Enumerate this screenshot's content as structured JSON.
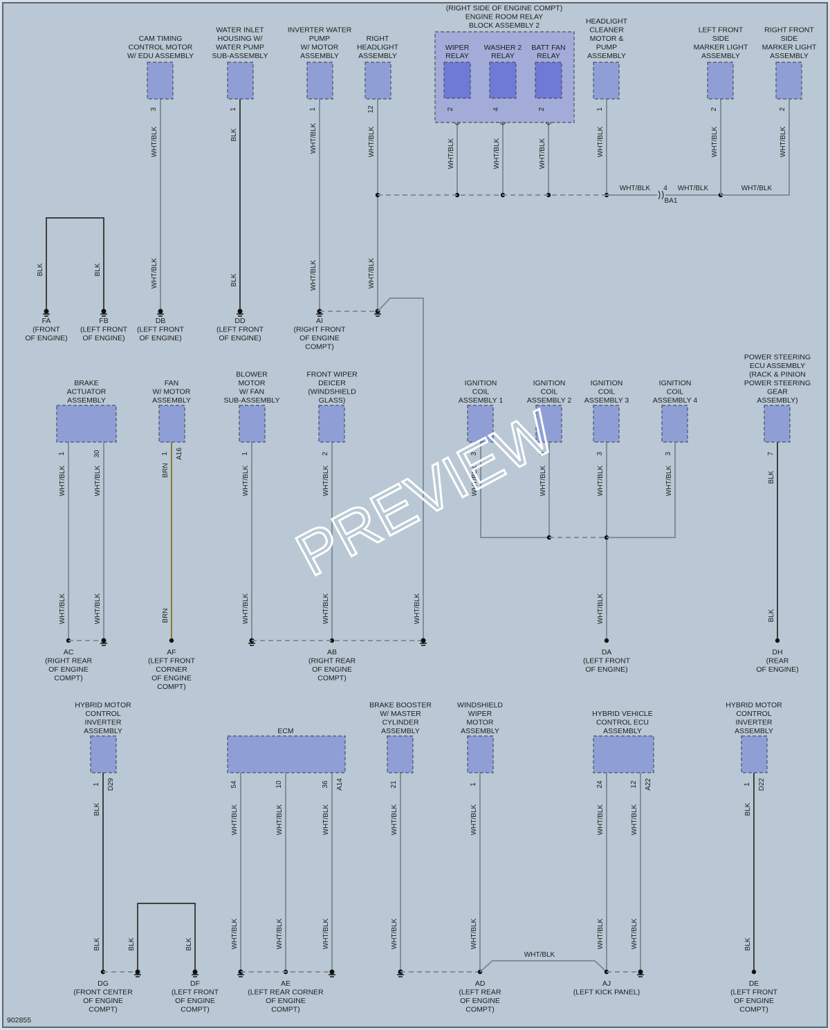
{
  "diagram_id": "902855",
  "watermark": "PREVIEW",
  "relay_block": {
    "header": [
      "(RIGHT SIDE OF ENGINE COMPT)",
      "ENGINE ROOM RELAY",
      "BLOCK ASSEMBLY 2"
    ],
    "relays": [
      {
        "lines": [
          "WIPER",
          "RELAY"
        ],
        "pin": "2"
      },
      {
        "lines": [
          "WASHER 2",
          "RELAY"
        ],
        "pin": "4"
      },
      {
        "lines": [
          "BATT FAN",
          "RELAY"
        ],
        "pin": "2"
      }
    ]
  },
  "components": [
    {
      "lines": [
        "CAM TIMING",
        "CONTROL MOTOR",
        "W/ EDU ASSEMBLY"
      ],
      "pin": "3"
    },
    {
      "lines": [
        "WATER INLET",
        "HOUSING W/",
        "WATER PUMP",
        "SUB-ASSEMBLY"
      ],
      "pin": "1"
    },
    {
      "lines": [
        "INVERTER WATER",
        "PUMP",
        "W/ MOTOR",
        "ASSEMBLY"
      ],
      "pin": "1"
    },
    {
      "lines": [
        "RIGHT",
        "HEADLIGHT",
        "ASSEMBLY"
      ],
      "pin": "12"
    },
    {
      "lines": [
        "HEADLIGHT",
        "CLEANER",
        "MOTOR &",
        "PUMP",
        "ASSEMBLY"
      ],
      "pin": "1"
    },
    {
      "lines": [
        "LEFT FRONT",
        "SIDE",
        "MARKER LIGHT",
        "ASSEMBLY"
      ],
      "pin": "2"
    },
    {
      "lines": [
        "RIGHT FRONT",
        "SIDE",
        "MARKER LIGHT",
        "ASSEMBLY"
      ],
      "pin": "2"
    },
    {
      "lines": [
        "BRAKE",
        "ACTUATOR",
        "ASSEMBLY"
      ],
      "pins": [
        "1",
        "30"
      ]
    },
    {
      "lines": [
        "FAN",
        "W/ MOTOR",
        "ASSEMBLY"
      ],
      "pin": "1",
      "conn": "A16"
    },
    {
      "lines": [
        "BLOWER",
        "MOTOR",
        "W/ FAN",
        "SUB-ASSEMBLY"
      ],
      "pin": "1"
    },
    {
      "lines": [
        "FRONT WIPER",
        "DEICER",
        "(WINDSHIELD",
        "GLASS)"
      ],
      "pin": "2"
    },
    {
      "lines": [
        "IGNITION",
        "COIL",
        "ASSEMBLY 1"
      ],
      "pin": "3"
    },
    {
      "lines": [
        "IGNITION",
        "COIL",
        "ASSEMBLY 2"
      ],
      "pin": "3"
    },
    {
      "lines": [
        "IGNITION",
        "COIL",
        "ASSEMBLY 3"
      ],
      "pin": "3"
    },
    {
      "lines": [
        "IGNITION",
        "COIL",
        "ASSEMBLY 4"
      ],
      "pin": "3"
    },
    {
      "lines": [
        "POWER STEERING",
        "ECU ASSEMBLY",
        "(RACK & PINION",
        "POWER STEERING",
        "GEAR",
        "ASSEMBLY)"
      ],
      "pin": "7"
    },
    {
      "lines": [
        "HYBRID MOTOR",
        "CONTROL",
        "INVERTER",
        "ASSEMBLY"
      ],
      "pin": "1",
      "conn": "D29"
    },
    {
      "lines": [
        "ECM"
      ],
      "pins": [
        "54",
        "10",
        "36"
      ],
      "conn": "A14"
    },
    {
      "lines": [
        "BRAKE BOOSTER",
        "W/ MASTER",
        "CYLINDER",
        "ASSEMBLY"
      ],
      "pin": "21"
    },
    {
      "lines": [
        "WINDSHIELD",
        "WIPER",
        "MOTOR",
        "ASSEMBLY"
      ],
      "pin": "1"
    },
    {
      "lines": [
        "HYBRID VEHICLE",
        "CONTROL ECU",
        "ASSEMBLY"
      ],
      "pins": [
        "24",
        "12"
      ],
      "conn": "A22"
    },
    {
      "lines": [
        "HYBRID MOTOR",
        "CONTROL",
        "INVERTER",
        "ASSEMBLY"
      ],
      "pin": "1",
      "conn": "D22"
    }
  ],
  "grounds": [
    {
      "id": "FA",
      "lines": [
        "(FRONT",
        "OF ENGINE)"
      ]
    },
    {
      "id": "FB",
      "lines": [
        "(LEFT FRONT",
        "OF ENGINE)"
      ]
    },
    {
      "id": "DB",
      "lines": [
        "(LEFT FRONT",
        "OF ENGINE)"
      ]
    },
    {
      "id": "DD",
      "lines": [
        "(LEFT FRONT",
        "OF ENGINE)"
      ]
    },
    {
      "id": "AI",
      "lines": [
        "(RIGHT FRONT",
        "OF ENGINE",
        "COMPT)"
      ]
    },
    {
      "id": "AC",
      "lines": [
        "(RIGHT REAR",
        "OF ENGINE",
        "COMPT)"
      ]
    },
    {
      "id": "AF",
      "lines": [
        "(LEFT FRONT",
        "CORNER",
        "OF ENGINE",
        "COMPT)"
      ]
    },
    {
      "id": "AB",
      "lines": [
        "(RIGHT REAR",
        "OF ENGINE",
        "COMPT)"
      ]
    },
    {
      "id": "DA",
      "lines": [
        "(LEFT FRONT",
        "OF ENGINE)"
      ]
    },
    {
      "id": "DH",
      "lines": [
        "(REAR",
        "OF ENGINE)"
      ]
    },
    {
      "id": "DG",
      "lines": [
        "(FRONT CENTER",
        "OF ENGINE",
        "COMPT)"
      ]
    },
    {
      "id": "DF",
      "lines": [
        "(LEFT FRONT",
        "OF ENGINE",
        "COMPT)"
      ]
    },
    {
      "id": "AE",
      "lines": [
        "(LEFT REAR CORNER",
        "OF ENGINE",
        "COMPT)"
      ]
    },
    {
      "id": "AD",
      "lines": [
        "(LEFT REAR",
        "OF ENGINE",
        "COMPT)"
      ]
    },
    {
      "id": "AJ",
      "lines": [
        "(LEFT KICK PANEL)"
      ]
    },
    {
      "id": "DE",
      "lines": [
        "(LEFT FRONT",
        "OF ENGINE",
        "COMPT)"
      ]
    }
  ],
  "wire_colors": {
    "wht_blk": "WHT/BLK",
    "blk": "BLK",
    "brn": "BRN"
  },
  "splice": {
    "pin": "4",
    "conn": "BA1"
  },
  "colors": {
    "background": "#b9c8d4",
    "component_fill": "#8f9fd6",
    "relay_fill": "#6f79d6",
    "wire": "#7f8f9a",
    "blk_wire": "#404040",
    "brn_wire": "#8a7a2a"
  }
}
